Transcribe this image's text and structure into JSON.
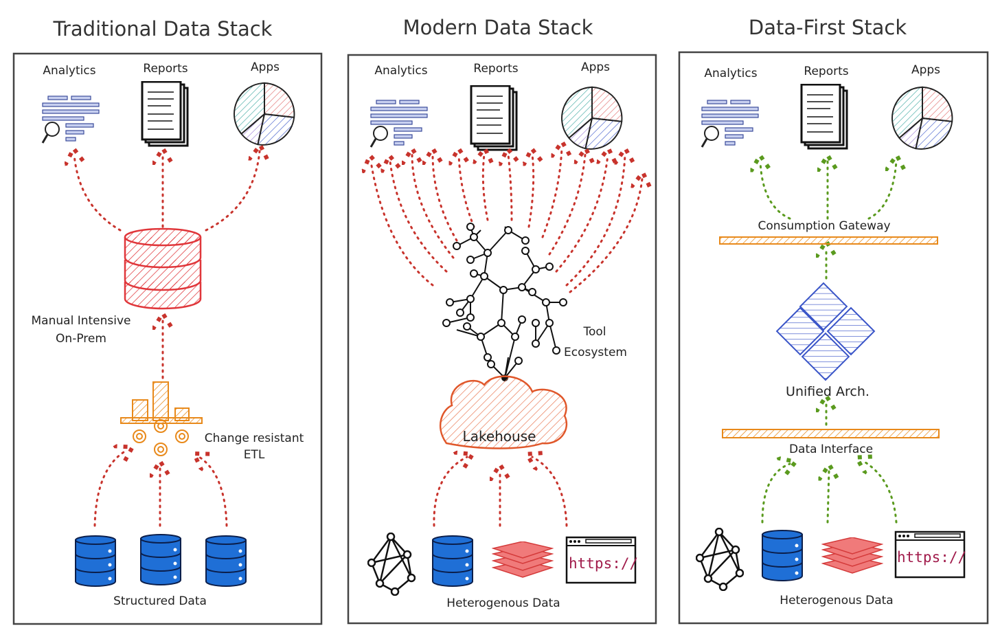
{
  "panels": [
    {
      "title": "Traditional Data Stack",
      "outputs": [
        "Analytics",
        "Reports",
        "Apps"
      ],
      "storage_label_1": "Manual Intensive",
      "storage_label_2": "On-Prem",
      "etl_label_1": "Change resistant",
      "etl_label_2": "ETL",
      "sources_label": "Structured Data"
    },
    {
      "title": "Modern Data Stack",
      "outputs": [
        "Analytics",
        "Reports",
        "Apps"
      ],
      "tool_label_1": "Tool",
      "tool_label_2": "Ecosystem",
      "lakehouse_label": "Lakehouse",
      "url_text": "https://",
      "sources_label": "Heterogenous Data"
    },
    {
      "title": "Data-First Stack",
      "outputs": [
        "Analytics",
        "Reports",
        "Apps"
      ],
      "gateway_label": "Consumption Gateway",
      "arch_label": "Unified Arch.",
      "interface_label": "Data Interface",
      "url_text": "https://",
      "sources_label": "Heterogenous Data"
    }
  ],
  "colors": {
    "arrow_traditional_modern": "#c8332c",
    "arrow_data_first": "#5a9a1e",
    "database_blue": "#1f6fd6",
    "etl_orange": "#e8891a",
    "unified_arch_blue": "#3a55c8",
    "layers_red": "#f07a7a"
  }
}
